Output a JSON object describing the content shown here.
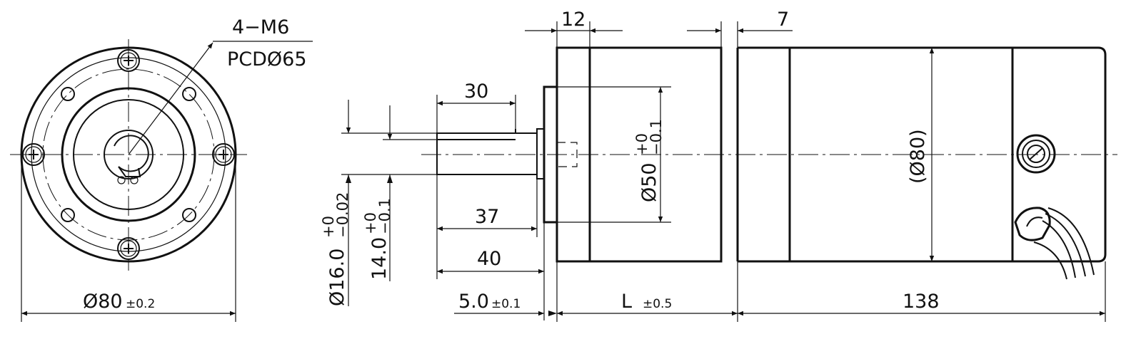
{
  "front_view": {
    "screw_callout": "4−M6",
    "pcd_callout": "PCDØ65",
    "width_dim": "Ø80",
    "width_tol": "±0.2"
  },
  "side_view": {
    "flange_dim": "12",
    "gap_dim": "7",
    "shaft_key_len": "30",
    "shaft_len_37": "37",
    "shaft_len_40": "40",
    "shaft_dia_main": "Ø16.0",
    "shaft_dia_main_tol_upper": "+0",
    "shaft_dia_main_tol_lower": "−0.02",
    "shaft_dia_flat": "14.0",
    "shaft_dia_flat_tol_upper": "+0",
    "shaft_dia_flat_tol_lower": "−0.1",
    "pilot_dia": "Ø50",
    "pilot_tol_upper": "+0",
    "pilot_tol_lower": "−0.1",
    "body_dia": "(Ø80)",
    "pilot_len": "5.0",
    "pilot_len_tol": "±0.1",
    "gearbox_len": "L",
    "gearbox_len_tol": "±0.5",
    "motor_len": "138"
  }
}
